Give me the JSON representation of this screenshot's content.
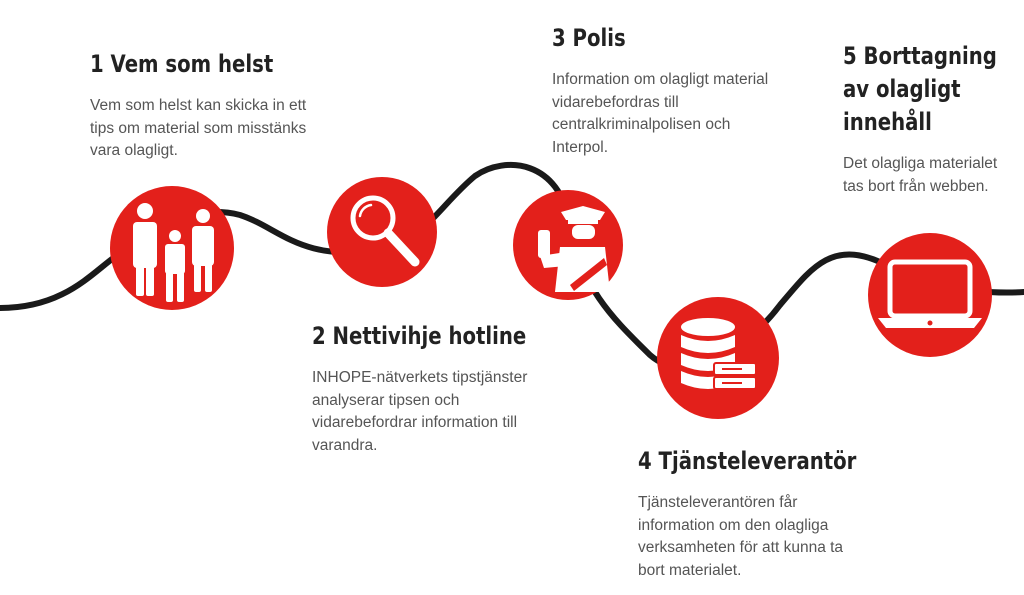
{
  "colors": {
    "accent": "#e3201b",
    "path": "#1a1a1a",
    "heading": "#222222",
    "body_text": "#555555",
    "icon": "#ffffff"
  },
  "steps": [
    {
      "title": "1 Vem som helst",
      "text": "Vem som helst kan skicka in ett tips om material som misstänks vara olagligt.",
      "icon": "family-icon"
    },
    {
      "title": "2 Nettivihje hotline",
      "text": "INHOPE-nätverkets tipstjänster analyserar tipsen och vidarebefordrar information till varandra.",
      "icon": "magnifier-icon"
    },
    {
      "title": "3 Polis",
      "text": "Information om olagligt material vidarebefordras till centralkriminalpolisen och Interpol.",
      "icon": "police-officer-icon"
    },
    {
      "title": "4 Tjänsteleverantör",
      "text": "Tjänsteleverantören får information om den olagliga verksamheten för att kunna ta bort materialet.",
      "icon": "database-server-icon"
    },
    {
      "title": "5 Borttagning av olagligt innehåll",
      "text": "Det olagliga materialet tas bort från webben.",
      "icon": "laptop-icon"
    }
  ]
}
